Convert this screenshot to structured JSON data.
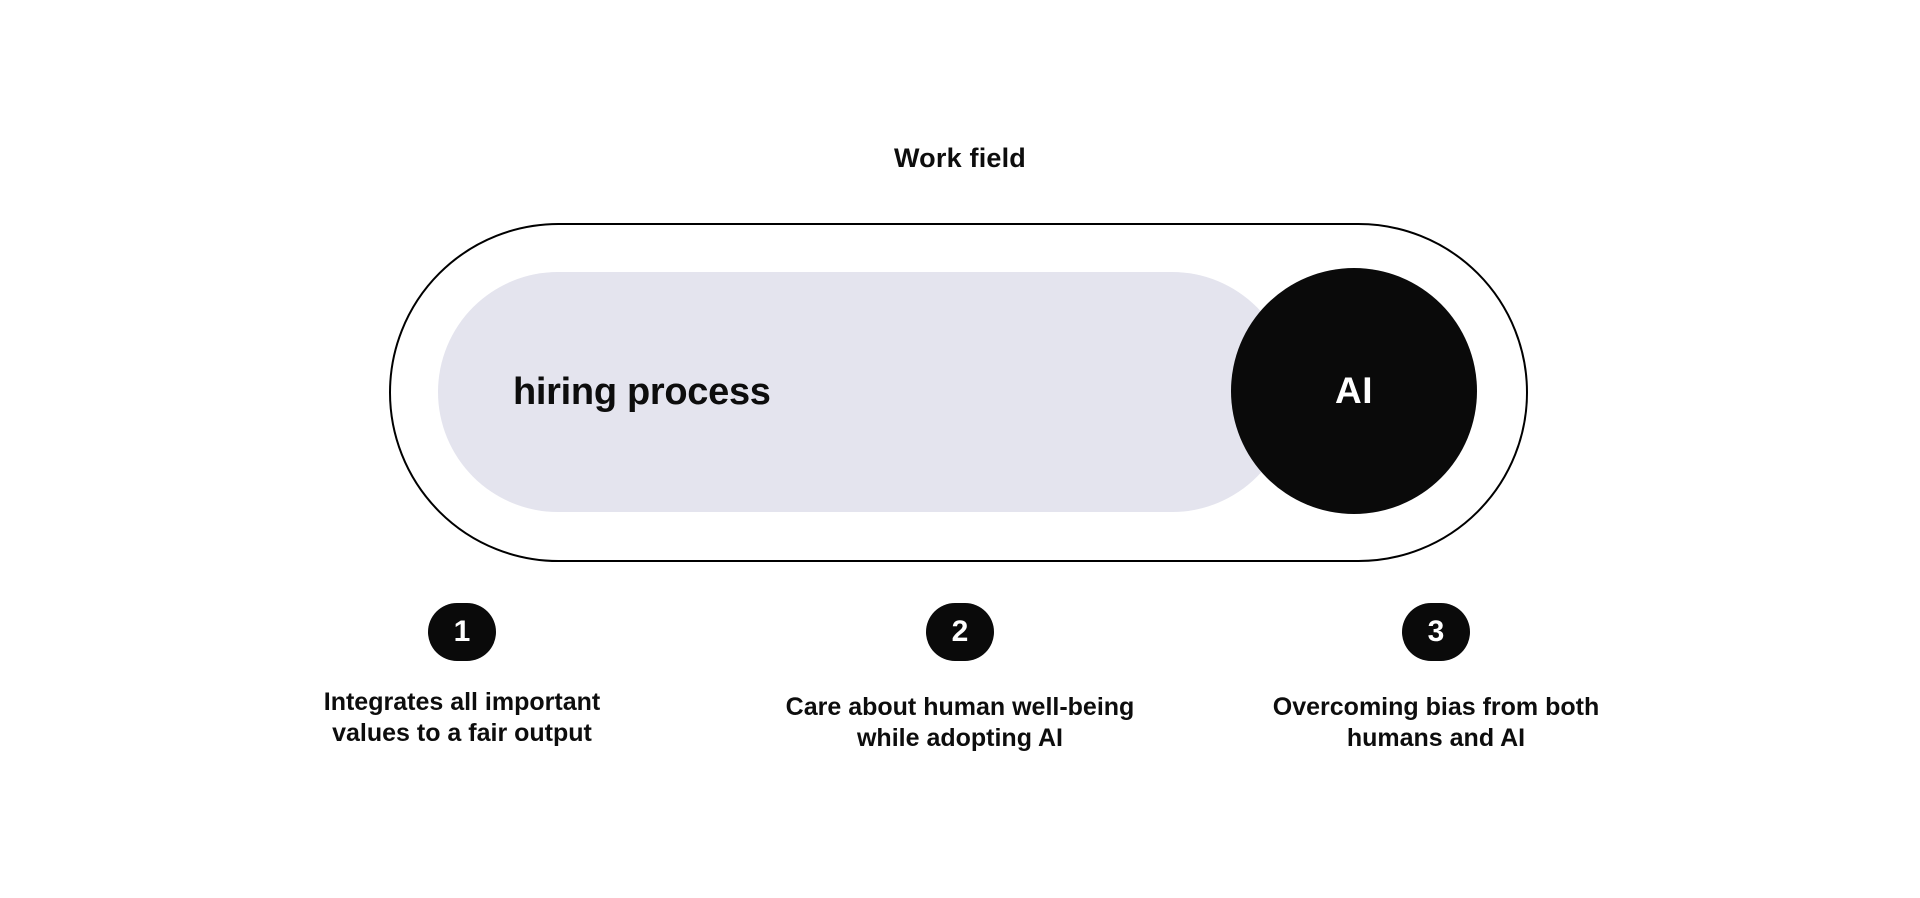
{
  "title": "Work field",
  "venn": {
    "inner_pill_label": "hiring process",
    "circle_label": "AI"
  },
  "steps": [
    {
      "number": "1",
      "caption_line1": "Integrates all important",
      "caption_line2": "values to a fair output"
    },
    {
      "number": "2",
      "caption_line1": "Care about human well-being",
      "caption_line2": "while adopting AI"
    },
    {
      "number": "3",
      "caption_line1": "Overcoming bias from both",
      "caption_line2": "humans and AI"
    }
  ],
  "colors": {
    "background": "#FFFFFF",
    "outline": "#000000",
    "inner-pill": "#E4E4EE",
    "circle-fill": "#0A0A0A",
    "badge-fill": "#0A0A0A",
    "text-dark": "#0D0D0D",
    "text-light": "#FFFFFF"
  }
}
